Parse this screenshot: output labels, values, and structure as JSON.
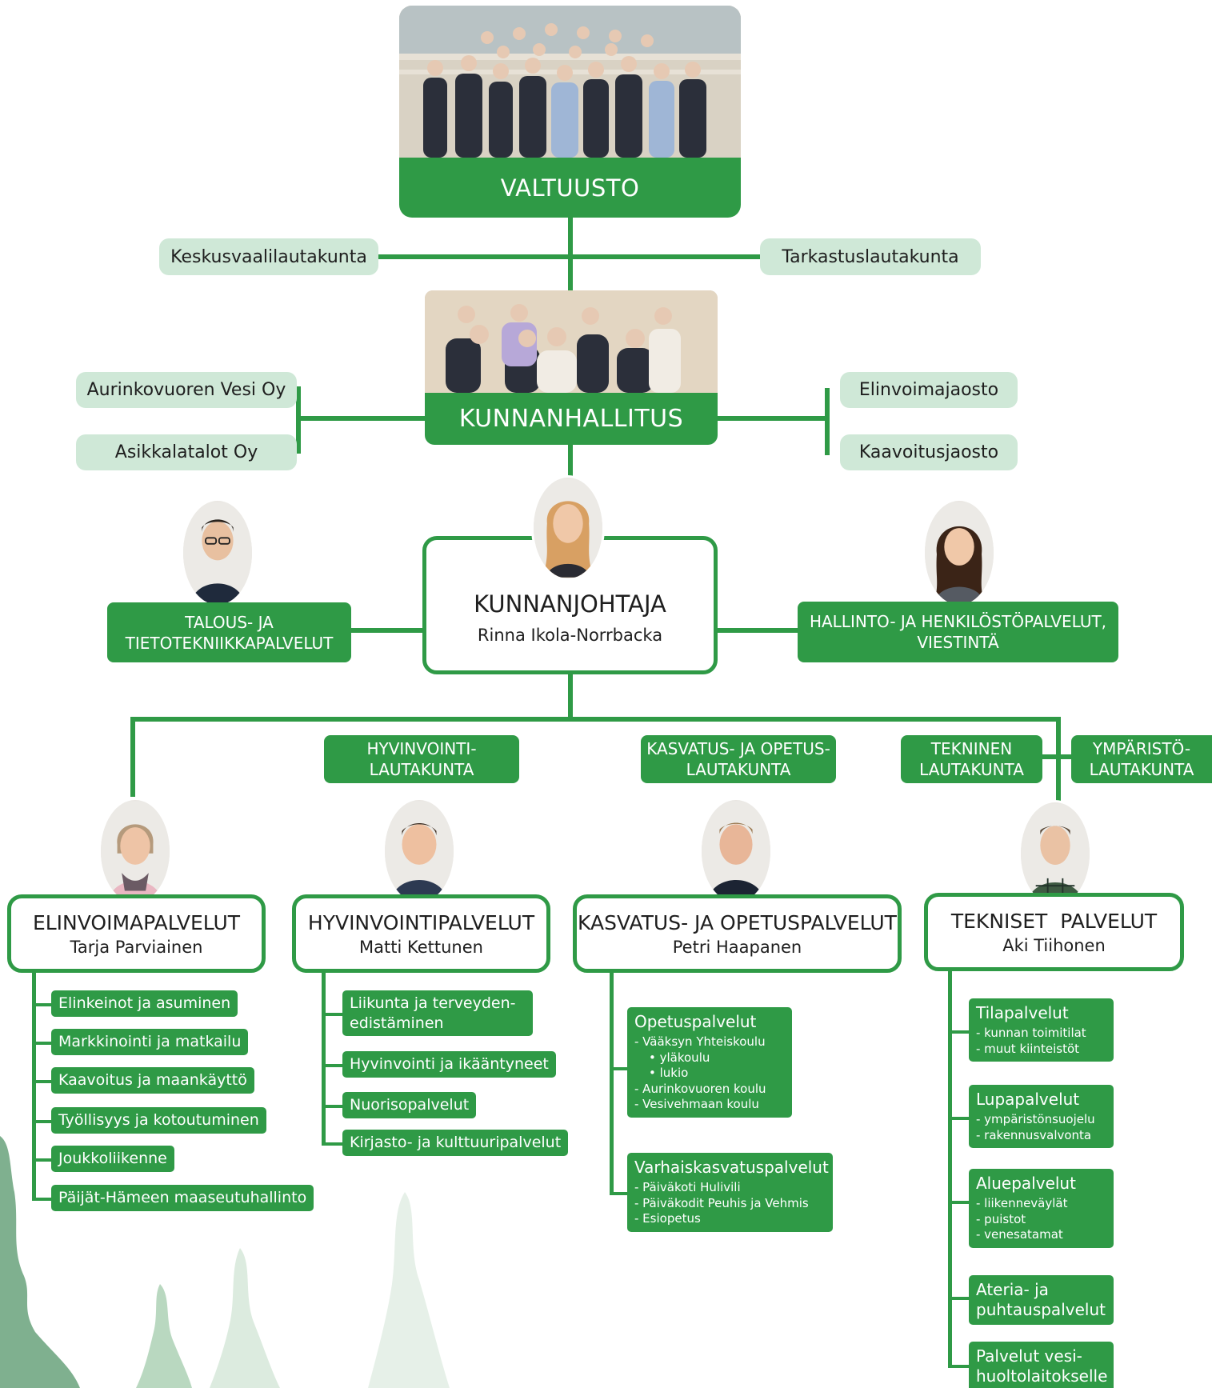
{
  "valtuusto": {
    "label": "VALTUUSTO"
  },
  "side_committees": {
    "left": "Keskusvaalilautakunta",
    "right": "Tarkastuslautakunta"
  },
  "kunnanhallitus": {
    "label": "KUNNANHALLITUS"
  },
  "companies": [
    "Aurinkovuoren Vesi Oy",
    "Asikkalatalot Oy"
  ],
  "sections": [
    "Elinvoimajaosto",
    "Kaavoitusjaosto"
  ],
  "kunnanjohtaja": {
    "title": "KUNNANJOHTAJA",
    "name": "Rinna Ikola-Norrbacka"
  },
  "staff_left": {
    "line1": "TALOUS- JA",
    "line2": "TIETOTEKNIIKKAPALVELUT"
  },
  "staff_right": {
    "line1": "HALLINTO- JA HENKILÖSTÖPALVELUT,",
    "line2": "VIESTINTÄ"
  },
  "boards": {
    "hyvinvointi": {
      "line1": "HYVINVOINTI-",
      "line2": "LAUTAKUNTA"
    },
    "kasvatus": {
      "line1": "KASVATUS- JA OPETUS-",
      "line2": "LAUTAKUNTA"
    },
    "tekninen": {
      "line1": "TEKNINEN",
      "line2": "LAUTAKUNTA"
    },
    "ymparisto": {
      "line1": "YMPÄRISTÖ-",
      "line2": "LAUTAKUNTA"
    }
  },
  "divisions": {
    "elinvoima": {
      "title": "ELINVOIMAPALVELUT",
      "head": "Tarja Parviainen",
      "units": [
        "Elinkeinot ja asuminen",
        "Markkinointi ja matkailu",
        "Kaavoitus ja maankäyttö",
        "Työllisyys ja kotoutuminen",
        "Joukkoliikenne",
        "Päijät-Hämeen maaseutuhallinto"
      ]
    },
    "hyvinvointi": {
      "title": "HYVINVOINTIPALVELUT",
      "head": "Matti Kettunen",
      "units": [
        "Liikunta ja terveyden-",
        "edistäminen",
        "Hyvinvointi ja ikääntyneet",
        "Nuorisopalvelut",
        "Kirjasto- ja kulttuuripalvelut"
      ]
    },
    "kasvatus": {
      "title": "KASVATUS- JA OPETUSPALVELUT",
      "head": "Petri Haapanen",
      "opetus": {
        "title": "Opetuspalvelut",
        "items": [
          "- Vääksyn Yhteiskoulu",
          "• yläkoulu",
          "• lukio",
          "- Aurinkovuoren koulu",
          "- Vesivehmaan koulu"
        ]
      },
      "varhais": {
        "title": "Varhaiskasvatuspalvelut",
        "items": [
          "- Päiväkoti Hulivili",
          "- Päiväkodit Peuhis ja Vehmis",
          "- Esiopetus"
        ]
      }
    },
    "tekninen": {
      "title": "TEKNISET  PALVELUT",
      "head": "Aki Tiihonen",
      "tila": {
        "title": "Tilapalvelut",
        "items": [
          "- kunnan toimitilat",
          "- muut kiinteistöt"
        ]
      },
      "lupa": {
        "title": "Lupapalvelut",
        "items": [
          "- ympäristönsuojelu",
          "- rakennusvalvonta"
        ]
      },
      "alue": {
        "title": "Aluepalvelut",
        "items": [
          "- liikenneväylät",
          "- puistot",
          "- venesatamat"
        ]
      },
      "ateria": {
        "line1": "Ateria- ja",
        "line2": "puhtauspalvelut"
      },
      "vesi": {
        "line1": "Palvelut vesi-",
        "line2": "huoltolaitokselle"
      }
    }
  },
  "colors": {
    "green": "#2f9a46",
    "light_green": "#cfe8d7"
  }
}
